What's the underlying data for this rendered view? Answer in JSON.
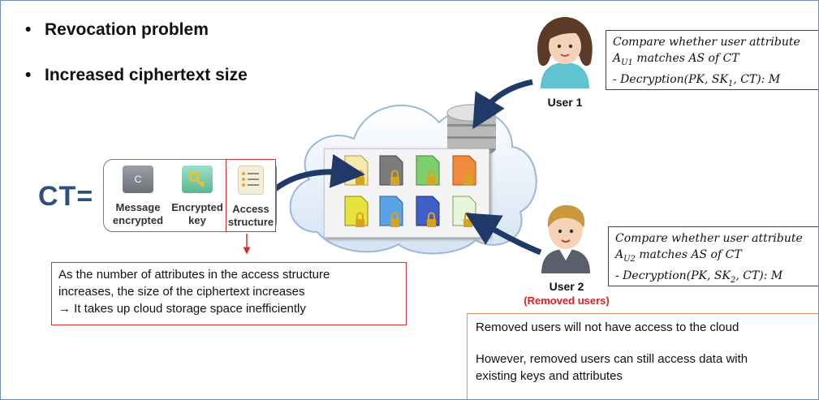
{
  "bullets": [
    "Revocation problem",
    "Increased ciphertext size"
  ],
  "ct": {
    "label": "CT=",
    "components": [
      {
        "line1": "Message",
        "line2": "encrypted",
        "icon": "ciphertext-c-icon",
        "glyph": "C"
      },
      {
        "line1": "Encrypted",
        "line2": "key",
        "icon": "key-icon"
      },
      {
        "line1": "Access",
        "line2": "structure",
        "icon": "list-icon"
      }
    ]
  },
  "size_note": {
    "lines": [
      "As the number of attributes in the access structure",
      "increases, the size of the ciphertext increases",
      "→ It takes up cloud storage space inefficiently"
    ]
  },
  "users": [
    {
      "label": "User 1",
      "icon": "female-user-avatar-icon"
    },
    {
      "label": "User 2",
      "sublabel": "(Removed users)",
      "icon": "male-user-avatar-icon"
    }
  ],
  "formulas": [
    {
      "line1": "Compare whether user attribute",
      "line2": "A",
      "sub": "U1",
      "line2_rest": " matches AS of CT",
      "line3": " - Decryption(PK, SK",
      "sub3": "1",
      "line3_rest": ", CT): M"
    },
    {
      "line1": "Compare whether user attribute",
      "line2": "A",
      "sub": "U2",
      "line2_rest": " matches AS of CT",
      "line3": " - Decryption(PK, SK",
      "sub3": "2",
      "line3_rest": ", CT): M"
    }
  ],
  "removed_note": {
    "line1": "Removed users will not have access to the cloud",
    "line2": "However, removed users can still access data with",
    "line3": "existing keys and attributes"
  },
  "colors": {
    "ct_label": "#2f4f7f",
    "arrow": "#1f3a68",
    "red_outline": "#d03030",
    "orange_outline": "#e8945a",
    "removed_text": "#e02020"
  }
}
